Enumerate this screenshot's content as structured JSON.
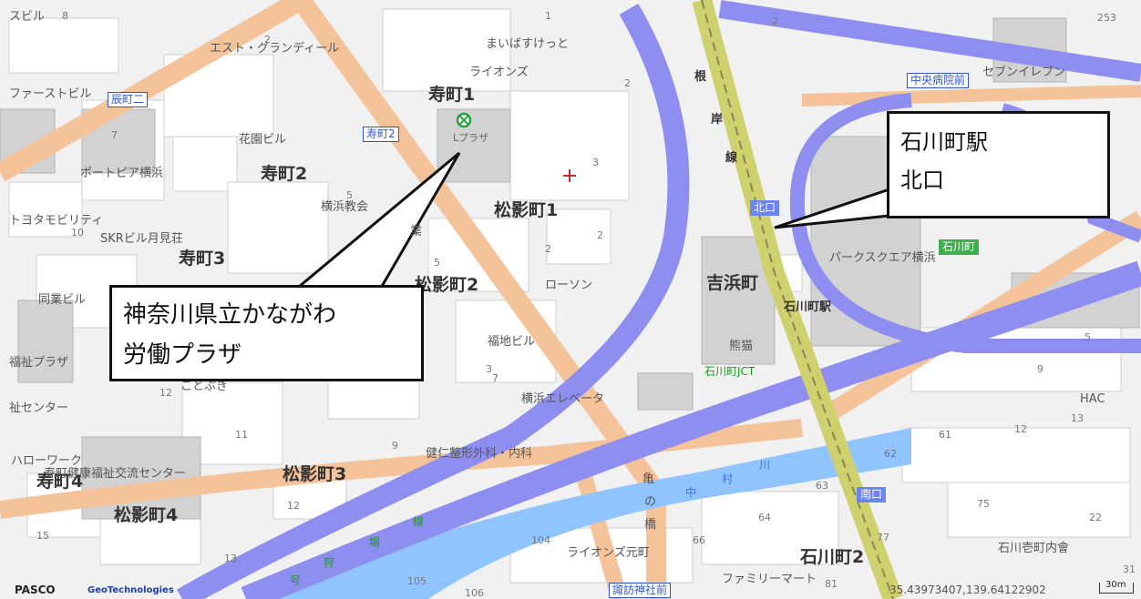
{
  "map": {
    "callouts": {
      "left": [
        "神奈川県立かながわ",
        "労働プラザ"
      ],
      "right": [
        "石川町駅",
        "北口"
      ]
    },
    "labels_big": {
      "kotobukicho1": "寿町1",
      "kotobukicho2": "寿町2",
      "kotobukicho3": "寿町3",
      "kotobukicho4": "寿町4",
      "matsukagecho1": "松影町1",
      "matsukagecho2": "松影町2",
      "matsukagecho3": "松影町3",
      "matsukagecho4": "松影町4",
      "yoshihamacho": "吉浜町",
      "ishikawacho2": "石川町2"
    },
    "labels": {
      "east_grandeal": "エスト・グランディール",
      "maibasuketto": "まいばすけっと",
      "lions": "ライオンズ",
      "l_plaza": "Lプラザ",
      "kaen_bldg": "花園ビル",
      "portpia": "ポートピア横浜",
      "yokohama_church": "横浜教会",
      "toyota_mobility": "トヨタモビリティ",
      "skr_bldg": "SKRビル月見荘",
      "dogyo_bldg": "同業ビル",
      "fukushi_plaza": "福祉プラザ",
      "fukushi_center": "祉センター",
      "kotobuki": "ことぶき",
      "hello_work": "ハローワーク",
      "kotobuki_kouryu": "寿町健康福祉交流センター",
      "first_bldg": "ファーストビル",
      "lawson": "ローソン",
      "fukuchi_bldg": "福地ビル",
      "yokohama_elevator": "横浜エレベータ",
      "kenjin_clinic": "健仁整形外科・内科",
      "lions_motomachi": "ライオンズ元町",
      "family_mart": "ファミリーマート",
      "park_square": "パークスクエア横浜",
      "seven_eleven": "セブンイレブン",
      "ishikawacho_station": "石川町駅",
      "panda": "熊猫",
      "ishikawacho_jct": "石川町JCT",
      "ishikawa_uchi": "石川壱町内會",
      "hac": "HAC",
      "sukebi": "スビル",
      "negishi_line": [
        "根",
        "岸",
        "線"
      ],
      "nakamura_river": [
        "中",
        "村",
        "川"
      ],
      "kame_bashi": [
        "亀",
        "の",
        "橋"
      ],
      "kariba_line": [
        "号",
        "狩",
        "場",
        "線"
      ],
      "gyo": "業"
    },
    "boxed_labels": {
      "tatsumicho2": "辰町二",
      "kotobukicho2_sign": "寿町2",
      "chuo_byoin": "中央病院前",
      "suwa_jinja": "諏訪神社前"
    },
    "station_tags": {
      "kitaguchi": "北口",
      "minamiguchi": "南口",
      "ishikawacho": "石川町"
    },
    "numbers": [
      "8",
      "2",
      "1",
      "2",
      "3",
      "7",
      "5",
      "10",
      "2",
      "5",
      "2",
      "3",
      "7",
      "12",
      "11",
      "9",
      "12",
      "15",
      "13",
      "105",
      "106",
      "104",
      "66",
      "64",
      "63",
      "62",
      "61",
      "12",
      "13",
      "9",
      "5",
      "22",
      "75",
      "77",
      "81",
      "253",
      "2",
      "31"
    ],
    "footer": {
      "pasco": "PASCO",
      "geotech": "GeoTechnologies",
      "coords": "35.43973407,139.64122902",
      "scale": "30m"
    }
  }
}
